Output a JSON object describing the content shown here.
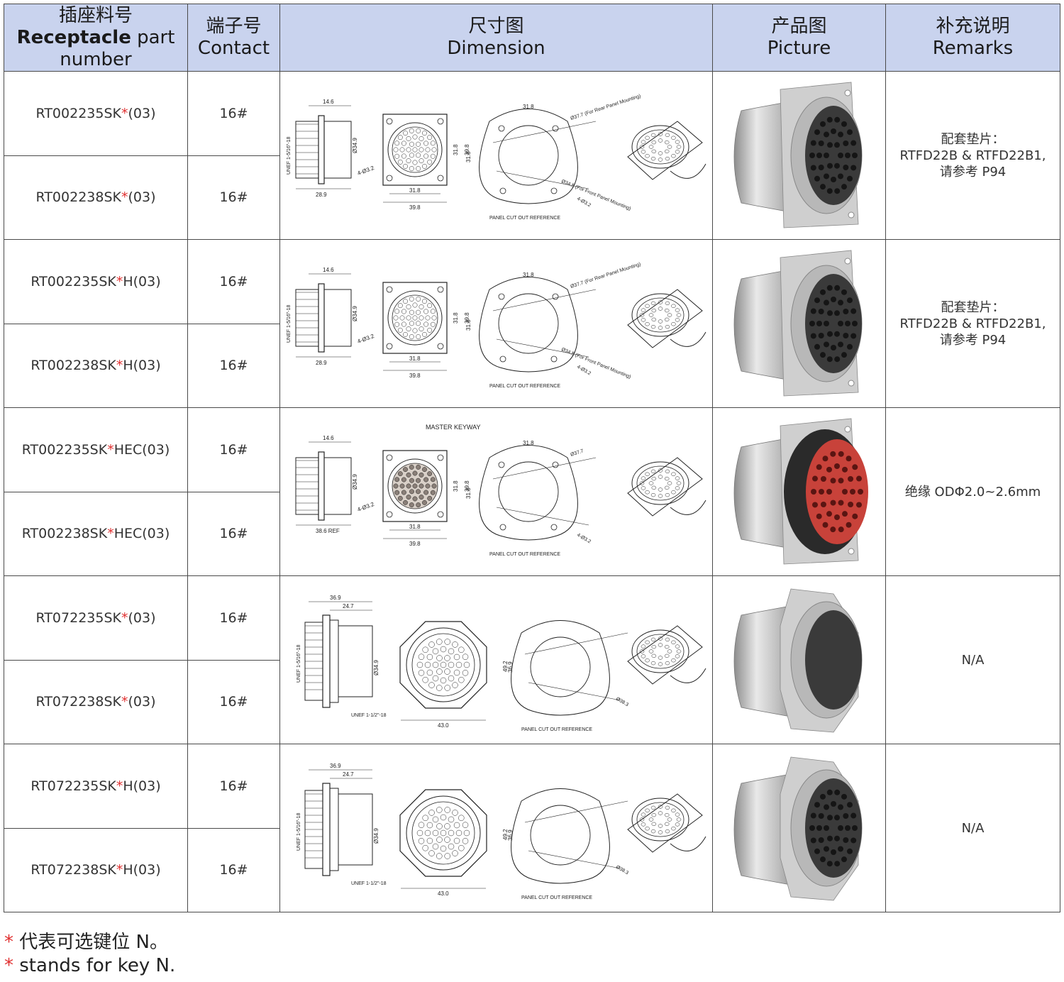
{
  "header": {
    "part_zh": "插座料号",
    "part_en_bold": "Receptacle",
    "part_en_rest": " part number",
    "contact_zh": "端子号",
    "contact_en": "Contact",
    "dim_zh": "尺寸图",
    "dim_en": "Dimension",
    "pic_zh": "产品图",
    "pic_en": "Picture",
    "rem_zh": "补充说明",
    "rem_en": "Remarks"
  },
  "groups": [
    {
      "rows": [
        {
          "prefix": "RT002235SK",
          "suffix": "(03)",
          "contact": "16#"
        },
        {
          "prefix": "RT002238SK",
          "suffix": "(03)",
          "contact": "16#"
        }
      ],
      "remarks": [
        "配套垫片：",
        "RTFD22B & RTFD22B1,",
        "请参考 P94"
      ],
      "drawing": {
        "side_dims": [
          "14.6",
          "28.9",
          "Ø34.9"
        ],
        "side_thread": "UNEF 1-5/16\"-18",
        "front_dims": [
          "31.8",
          "39.8",
          "31.8",
          "39.8"
        ],
        "front_hole": "4-Ø3.2",
        "cut_dims": [
          "31.8",
          "31.8"
        ],
        "cut_rear": "Ø37.7 (For Rear Panel Mounting)",
        "cut_front": "Ø34.5 (For Front Panel Mounting)",
        "cut_hole": "4-Ø3.2",
        "cut_ref": "PANEL CUT OUT REFERENCE"
      }
    },
    {
      "rows": [
        {
          "prefix": "RT002235SK",
          "suffix": "H(03)",
          "contact": "16#"
        },
        {
          "prefix": "RT002238SK",
          "suffix": "H(03)",
          "contact": "16#"
        }
      ],
      "remarks": [
        "配套垫片：",
        "RTFD22B & RTFD22B1,",
        "请参考 P94"
      ],
      "drawing": {
        "side_dims": [
          "14.6",
          "28.9",
          "Ø34.9"
        ],
        "side_thread": "UNEF 1-5/16\"-18",
        "front_dims": [
          "31.8",
          "39.8",
          "31.8",
          "39.8"
        ],
        "front_hole": "4-Ø3.2",
        "cut_dims": [
          "31.8",
          "31.8"
        ],
        "cut_rear": "Ø37.7 (For Rear Panel Mounting)",
        "cut_front": "Ø34.5 (For Front Panel Mounting)",
        "cut_hole": "4-Ø3.2",
        "cut_ref": "PANEL CUT OUT REFERENCE"
      }
    },
    {
      "rows": [
        {
          "prefix": "RT002235SK",
          "suffix": "HEC(03)",
          "contact": "16#"
        },
        {
          "prefix": "RT002238SK",
          "suffix": "HEC(03)",
          "contact": "16#"
        }
      ],
      "remarks": [
        "绝缘 ODΦ2.0~2.6mm"
      ],
      "drawing": {
        "side_dims": [
          "14.6",
          "38.6 REF",
          "Ø34.9"
        ],
        "side_thread": "",
        "front_dims": [
          "31.8",
          "39.8",
          "31.8",
          "39.8"
        ],
        "front_hole": "4-Ø3.2",
        "keyway": "MASTER KEYWAY",
        "cut_dims": [
          "31.8",
          "31.8"
        ],
        "cut_rear": "Ø37.7",
        "cut_front": "",
        "cut_hole": "4-Ø3.2",
        "cut_ref": "PANEL CUT OUT REFERENCE"
      }
    },
    {
      "rows": [
        {
          "prefix": "RT072235SK",
          "suffix": "(03)",
          "contact": "16#"
        },
        {
          "prefix": "RT072238SK",
          "suffix": "(03)",
          "contact": "16#"
        }
      ],
      "remarks": [
        "N/A"
      ],
      "drawing": {
        "side_dims": [
          "36.9",
          "24.7",
          "Ø34.9"
        ],
        "side_thread": "UNEF 1-5/16\"-18",
        "side_thread2": "UNEF 1-1/2\"-18",
        "front_dims": [
          "43.0",
          "49.2"
        ],
        "cut_dims": [
          "36.9"
        ],
        "cut_rear": "Ø38.3",
        "cut_ref": "PANEL CUT OUT REFERENCE"
      }
    },
    {
      "rows": [
        {
          "prefix": "RT072235SK",
          "suffix": "H(03)",
          "contact": "16#"
        },
        {
          "prefix": "RT072238SK",
          "suffix": "H(03)",
          "contact": "16#"
        }
      ],
      "remarks": [
        "N/A"
      ],
      "drawing": {
        "side_dims": [
          "36.9",
          "24.7",
          "Ø34.9"
        ],
        "side_thread": "UNEF 1-5/16\"-18",
        "side_thread2": "UNEF 1-1/2\"-18",
        "front_dims": [
          "43.0",
          "49.2"
        ],
        "cut_dims": [
          "36.9"
        ],
        "cut_rear": "Ø38.3",
        "cut_ref": "PANEL CUT OUT REFERENCE"
      }
    }
  ],
  "footer": {
    "star": "*",
    "line1": " 代表可选键位 N。",
    "line2": " stands for key N."
  },
  "colors": {
    "header_bg": "#c9d3ee",
    "star": "#e03030",
    "hec_insert": "#c8423a"
  }
}
